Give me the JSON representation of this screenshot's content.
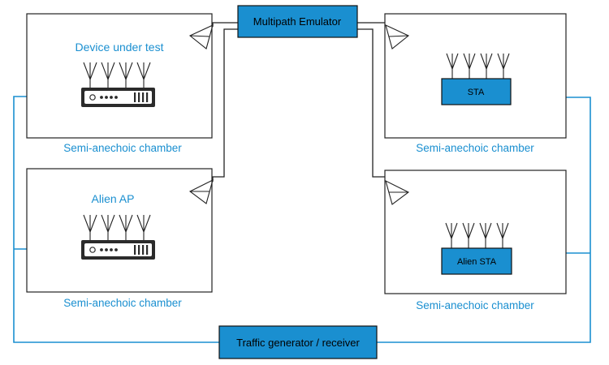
{
  "colors": {
    "accent": "#1a8fd0",
    "box_fill": "#1a8fd0",
    "chamber_stroke": "#222222",
    "device_body": "#2b2b2b"
  },
  "multipath_emulator": {
    "label": "Multipath Emulator"
  },
  "traffic_generator": {
    "label": "Traffic generator / receiver"
  },
  "chambers": {
    "dut": {
      "label": "Semi-anechoic chamber",
      "device_label": "Device under test"
    },
    "alien_ap": {
      "label": "Semi-anechoic chamber",
      "device_label": "Alien AP"
    },
    "sta": {
      "label": "Semi-anechoic chamber",
      "device_label": "STA"
    },
    "alien_sta": {
      "label": "Semi-anechoic chamber",
      "device_label": "Alien STA"
    }
  },
  "icons": {
    "router": "router-icon",
    "antenna": "antenna-icon",
    "panel_antenna": "panel-antenna-icon"
  }
}
